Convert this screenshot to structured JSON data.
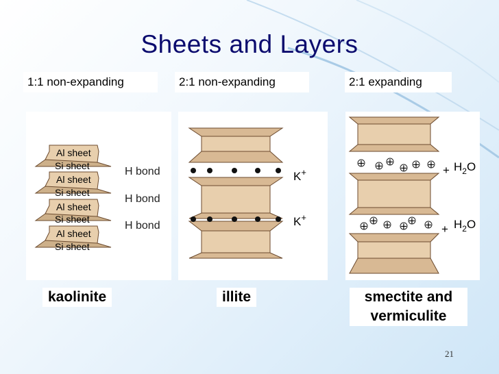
{
  "slide": {
    "title": "Sheets and Layers",
    "page_number": "21"
  },
  "headers": {
    "col1": "1:1 non-expanding",
    "col2": "2:1 non-expanding",
    "col3": "2:1 expanding"
  },
  "kaolinite": {
    "sheets": [
      "Al sheet",
      "Si sheet",
      "Al sheet",
      "Si sheet",
      "Al sheet",
      "Si sheet",
      "Al sheet",
      "Si sheet"
    ],
    "bond_label": "H bond",
    "name": "kaolinite"
  },
  "illite": {
    "ion_label": "K",
    "ion_charge": "+",
    "name": "illite"
  },
  "smectite": {
    "water_label_h": "H",
    "water_label_sub": "2",
    "water_label_o": "O",
    "plus": "+",
    "name_line1": "smectite and",
    "name_line2": "vermiculite"
  },
  "colors": {
    "title": "#0b0b6e",
    "layer_fill": "#e8cfad",
    "layer_stroke": "#6b4a2e",
    "bond_dot": "#111111"
  }
}
